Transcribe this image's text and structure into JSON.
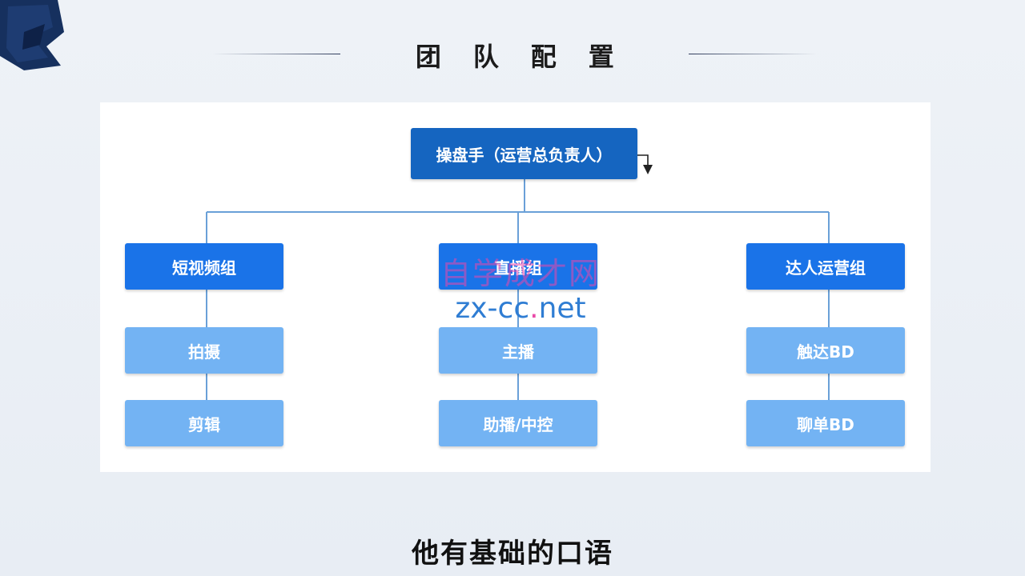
{
  "title": "团 队 配 置",
  "org_chart": {
    "root": "操盘手（运营总负责人）",
    "groups": [
      {
        "label": "短视频组",
        "members": [
          "拍摄",
          "剪辑"
        ]
      },
      {
        "label": "直播组",
        "members": [
          "主播",
          "助播/中控"
        ]
      },
      {
        "label": "达人运营组",
        "members": [
          "触达BD",
          "聊单BD"
        ]
      }
    ]
  },
  "watermark": {
    "cn": "自学成才网",
    "en_main": "zx-cc",
    "en_dot": ".",
    "en_tail": "net"
  },
  "subtitle": "他有基础的口语",
  "colors": {
    "root": "#1565c0",
    "group": "#1a73e8",
    "member": "#73b3f3",
    "line": "#6aa0d8"
  }
}
